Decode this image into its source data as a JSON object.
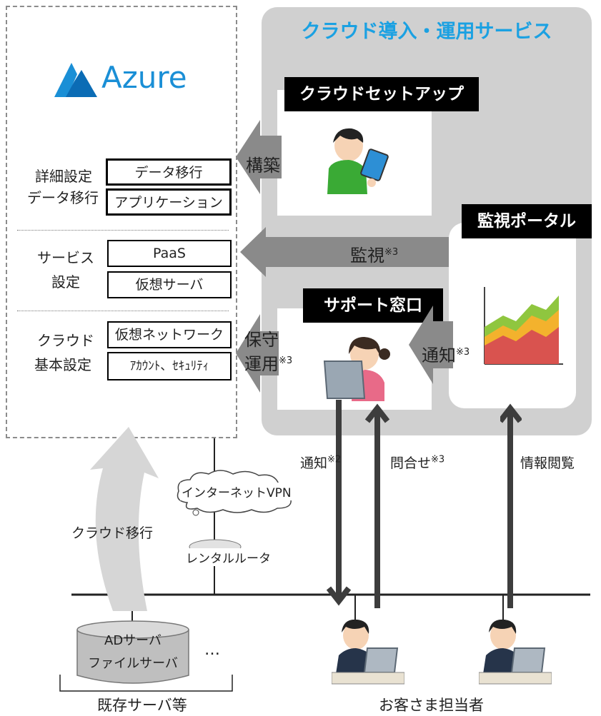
{
  "service": {
    "title": "クラウド導入・運用サービス"
  },
  "azure": {
    "logo_text": "Azure",
    "group1": {
      "label_line1": "詳細設定",
      "label_line2": "データ移行",
      "boxes": [
        "データ移行",
        "アプリケーション"
      ]
    },
    "group2": {
      "label_line1": "サービス",
      "label_line2": "設定",
      "boxes": [
        "PaaS",
        "仮想サーバ"
      ]
    },
    "group3": {
      "label_line1": "クラウド",
      "label_line2": "基本設定",
      "boxes": [
        "仮想ネットワーク",
        "ｱｶｳﾝﾄ、ｾｷｭﾘﾃｨ"
      ]
    }
  },
  "setup": {
    "title": "クラウドセットアップ"
  },
  "monitor_portal": {
    "title": "監視ポータル"
  },
  "support": {
    "title": "サポート窓口"
  },
  "arrows": {
    "build": "構築",
    "monitor": "監視",
    "monitor_sup": "※3",
    "maint_line1": "保守",
    "maint_line2": "運用",
    "maint_sup": "※3",
    "notify_side": "通知",
    "notify_side_sup": "※3",
    "notify_down": "通知",
    "notify_down_sup": "※2",
    "inquiry": "問合せ",
    "inquiry_sup": "※3",
    "info_view": "情報閲覧",
    "cloud_migration": "クラウド移行"
  },
  "network": {
    "vpn": "インターネットVPN",
    "router": "レンタルルータ"
  },
  "servers": {
    "line1": "ADサーバ",
    "line2": "ファイルサーバ",
    "ellipsis": "…",
    "caption": "既存サーバ等"
  },
  "customers": {
    "caption": "お客さま担当者"
  },
  "colors": {
    "accent_blue": "#1ba1e2",
    "panel_gray": "#d0d0d0",
    "arrow_gray": "#8a8a8a",
    "line_dark": "#444444"
  }
}
